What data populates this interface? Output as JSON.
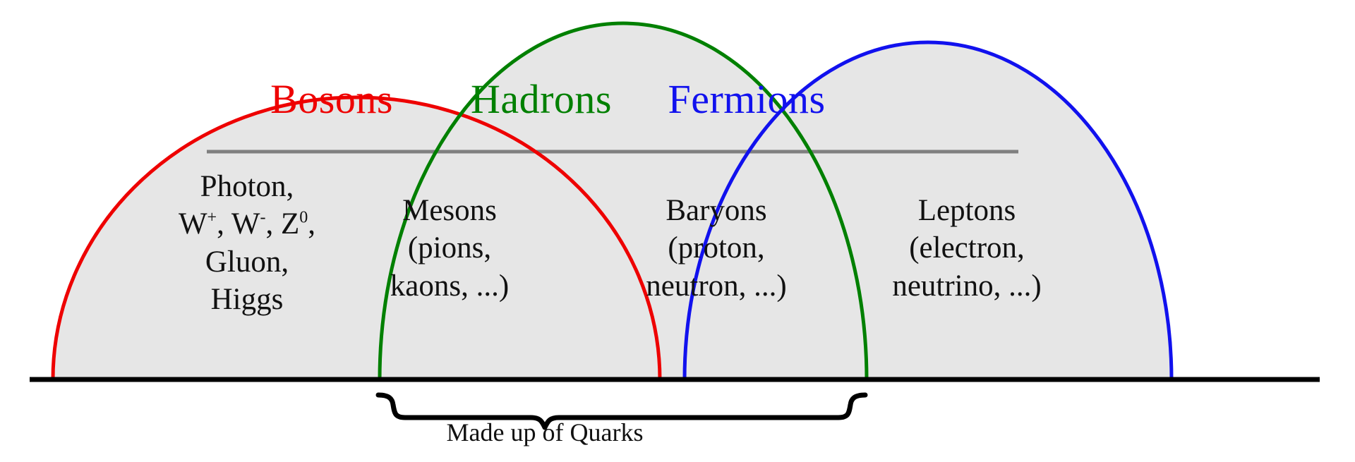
{
  "figure": {
    "title_row": [
      {
        "id": "bosons",
        "label": "Bosons",
        "color": "#ee0000"
      },
      {
        "id": "hadrons",
        "label": "Hadrons",
        "color": "#008000"
      },
      {
        "id": "fermions",
        "label": "Fermions",
        "color": "#1111ee"
      }
    ],
    "cells": {
      "bosons": {
        "lines": [
          "Photon,",
          "W⁺, W⁻, Z⁰,",
          "Gluon,",
          "Higgs"
        ],
        "line1": "Photon,",
        "line2_a": "W",
        "line2_sup_a": "+",
        "line2_b": ", W",
        "line2_sup_b": "-",
        "line2_c": ", Z",
        "line2_sup_c": "0",
        "line2_d": ",",
        "line3": "Gluon,",
        "line4": "Higgs"
      },
      "mesons": {
        "line1": "Mesons",
        "line2": "(pions,",
        "line3": "kaons, ...)"
      },
      "baryons": {
        "line1": "Baryons",
        "line2": "(proton,",
        "line3": "neutron, ...)"
      },
      "leptons": {
        "line1": "Leptons",
        "line2": "(electron,",
        "line3": "neutrino, ...)"
      }
    },
    "brace_caption": "Made up of Quarks",
    "colors": {
      "bosons_arc": "#ee0000",
      "hadrons_arc": "#008000",
      "fermions_arc": "#1111ee",
      "fill": "#e6e6e6",
      "baseline": "#000000",
      "divider": "#808080",
      "text": "#111111"
    }
  }
}
